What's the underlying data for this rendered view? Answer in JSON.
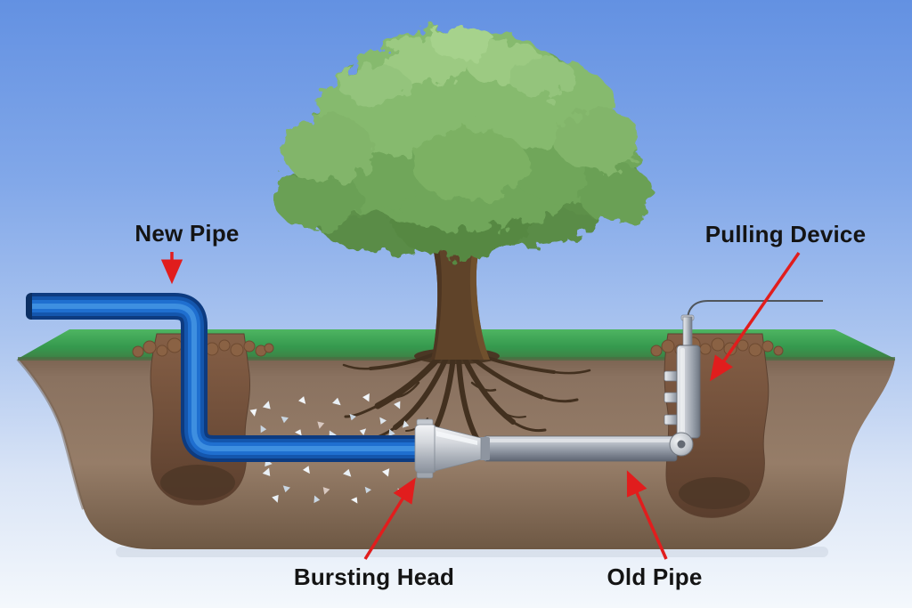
{
  "diagram": {
    "subject": "trenchless pipe bursting cross-section",
    "labels": {
      "new_pipe": "New Pipe",
      "pulling_device": "Pulling Device",
      "bursting_head": "Bursting Head",
      "old_pipe": "Old Pipe"
    },
    "colors": {
      "arrow_red": "#e11d1d",
      "new_pipe_blue": "#1f6fd0",
      "old_pipe_gray": "#9aa1ac",
      "bursting_head_silver": "#d6d9de",
      "grass_green": "#3ba254",
      "soil_brown": "#8d7462",
      "pit_brown": "#6f4e39",
      "sky_blue": "#6493e3",
      "label_text": "#141414"
    }
  }
}
